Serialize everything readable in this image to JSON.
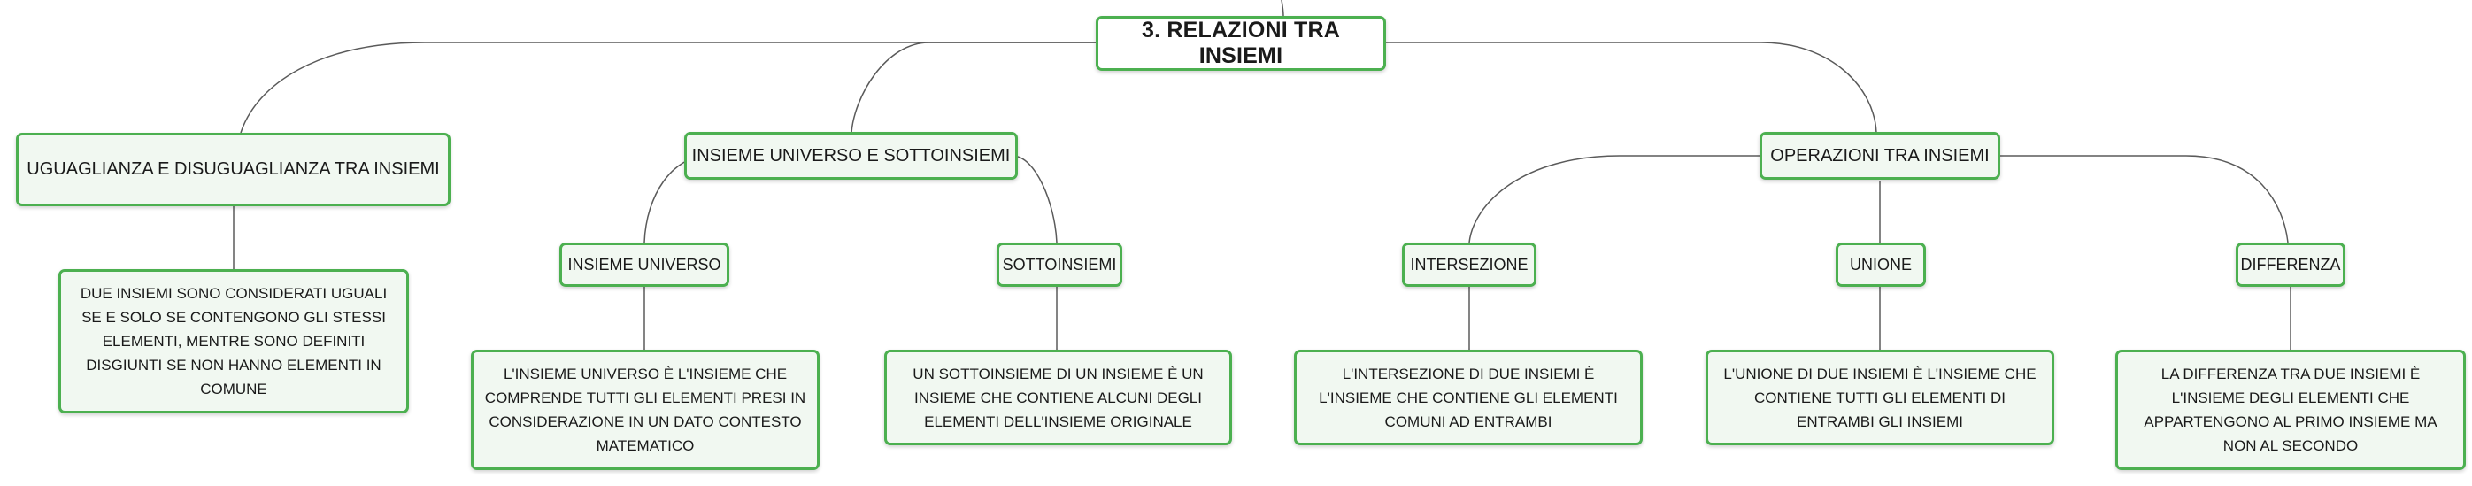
{
  "map": {
    "root": "3. RELAZIONI TRA INSIEMI",
    "branches": [
      {
        "title": "UGUAGLIANZA E DISUGUAGLIANZA TRA INSIEMI",
        "note": "DUE INSIEMI SONO CONSIDERATI UGUALI SE E SOLO SE CONTENGONO GLI STESSI ELEMENTI, MENTRE SONO DEFINITI DISGIUNTI SE NON HANNO ELEMENTI IN COMUNE"
      },
      {
        "title": "INSIEME UNIVERSO E SOTTOINSIEMI",
        "children": [
          {
            "title": "INSIEME UNIVERSO",
            "note": "L'INSIEME UNIVERSO È L'INSIEME CHE COMPRENDE TUTTI GLI ELEMENTI PRESI IN CONSIDERAZIONE IN UN DATO CONTESTO MATEMATICO"
          },
          {
            "title": "SOTTOINSIEMI",
            "note": "UN SOTTOINSIEME DI UN INSIEME È UN INSIEME CHE CONTIENE ALCUNI DEGLI ELEMENTI DELL'INSIEME ORIGINALE"
          }
        ]
      },
      {
        "title": "OPERAZIONI TRA INSIEMI",
        "children": [
          {
            "title": "INTERSEZIONE",
            "note": "L'INTERSEZIONE DI DUE INSIEMI È L'INSIEME CHE CONTIENE GLI ELEMENTI COMUNI AD ENTRAMBI"
          },
          {
            "title": "UNIONE",
            "note": "L'UNIONE DI DUE INSIEMI È L'INSIEME CHE CONTIENE TUTTI GLI ELEMENTI DI ENTRAMBI GLI INSIEMI"
          },
          {
            "title": "DIFFERENZA",
            "note": "LA DIFFERENZA TRA DUE INSIEMI È L'INSIEME DEGLI ELEMENTI CHE APPARTENGONO AL PRIMO INSIEME MA NON AL SECONDO"
          }
        ]
      }
    ]
  },
  "colors": {
    "node_border": "#4cb050",
    "node_fill": "#f1f8f1",
    "connector": "#5a5a5a"
  }
}
